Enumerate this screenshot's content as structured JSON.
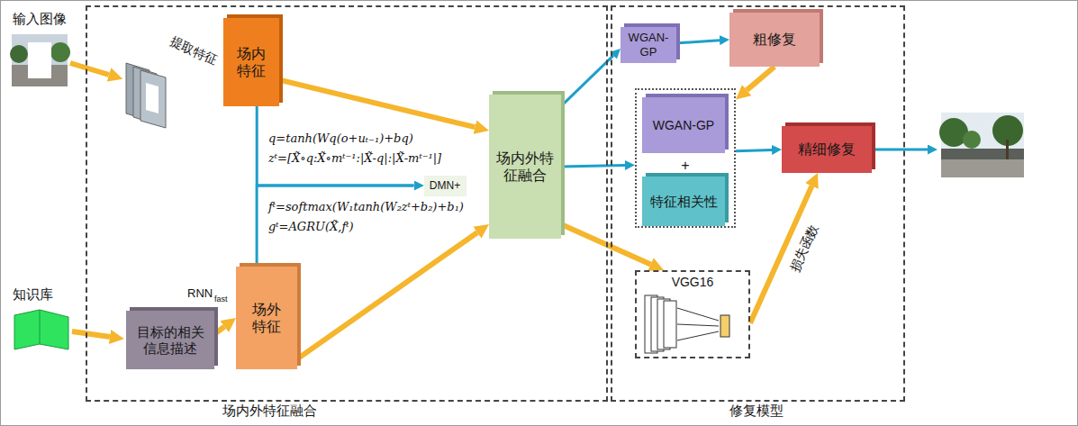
{
  "diagram": {
    "nodes": [
      {
        "text": [
          "场内外特征融合"
        ]
      },
      {
        "text": [
          "场内特征"
        ],
        "in": 0
      },
      {
        "text": [
          "目标的相关信息描述"
        ],
        "in": 0
      },
      {
        "text": [
          "场外特征"
        ],
        "in": 0
      },
      {
        "text": [
          "DMN+"
        ],
        "in": 0
      },
      {
        "text": [
          "场内外特征融合"
        ],
        "in": 0
      },
      {
        "text": [
          "修复模型"
        ]
      },
      {
        "text": [
          "WGAN-GP"
        ],
        "in": 6
      },
      {
        "text": [
          "粗修复"
        ],
        "in": 6
      },
      {
        "text": [
          "+"
        ],
        "in": 6
      },
      {
        "text": [
          "WGAN-GP"
        ],
        "in": 9
      },
      {
        "text": [
          "特征相关性"
        ],
        "in": 9
      },
      {
        "text": [
          "精细修复"
        ],
        "in": 6
      },
      {
        "text": [
          "VGG16"
        ],
        "in": 6
      }
    ],
    "edges": [
      {
        "from": 1,
        "to": 5,
        "arrow": "to"
      },
      {
        "from": 3,
        "to": 5,
        "arrow": "to"
      },
      {
        "from": 2,
        "to": 3,
        "arrow": "to"
      },
      {
        "from": 1,
        "to": 4,
        "arrow": "to"
      },
      {
        "from": 3,
        "to": 4,
        "arrow": "to"
      },
      {
        "from": 5,
        "to": 7,
        "arrow": "to"
      },
      {
        "from": 7,
        "to": 8,
        "arrow": "to"
      },
      {
        "from": 8,
        "to": 9,
        "arrow": "to"
      },
      {
        "from": 5,
        "to": 9,
        "arrow": "to"
      },
      {
        "from": 9,
        "to": 12,
        "arrow": "to"
      },
      {
        "from": 5,
        "to": 13,
        "arrow": "to"
      },
      {
        "from": 13,
        "to": 12,
        "label": "损失函数",
        "arrow": "to"
      }
    ],
    "labels": [
      "输入图像",
      "提取特征",
      "知识库",
      "RNN",
      "fast",
      "q=tanh(Wq(o+uₜ₋₁)+bq)",
      "zᵗ=[X̃∘q:X̃∘mᵗ⁻¹:|X̃-q|:|X̃-mᵗ⁻¹|]",
      "fᵗ=softmax(W₁tanh(W₂zᵗ+b₂)+b₁)",
      "gᵗ=AGRU(X̃,fᵗ)"
    ]
  }
}
